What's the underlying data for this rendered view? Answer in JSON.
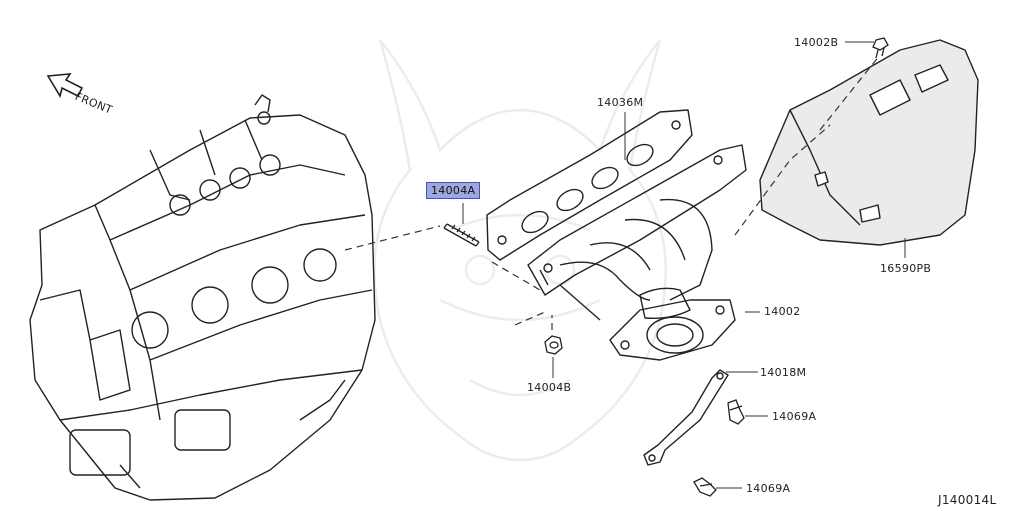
{
  "diagram": {
    "code": "J140014L",
    "front_label": "FRONT",
    "highlight_color": "#9ea8de",
    "parts": [
      {
        "id": "14002B",
        "label": "14002B"
      },
      {
        "id": "14036M",
        "label": "14036M"
      },
      {
        "id": "14004A",
        "label": "14004A",
        "highlighted": true
      },
      {
        "id": "16590PB",
        "label": "16590PB"
      },
      {
        "id": "14002",
        "label": "14002"
      },
      {
        "id": "14004B",
        "label": "14004B"
      },
      {
        "id": "14018M",
        "label": "14018M"
      },
      {
        "id": "14069A-upper",
        "label": "14069A"
      },
      {
        "id": "14069A-lower",
        "label": "14069A"
      }
    ]
  }
}
